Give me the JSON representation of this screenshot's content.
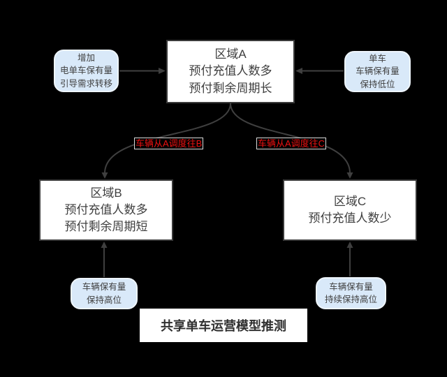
{
  "colors": {
    "background": "#000000",
    "node_fill": "#ffffff",
    "node_border": "#3a3a3a",
    "callout_fill": "#d9e9f9",
    "callout_border": "#eef5fc",
    "text": "#3f3f3f",
    "arrow": "#3f3f3f",
    "edge_label": "#ee1111"
  },
  "title_box": {
    "label": "共享单车运营模型推测"
  },
  "nodes": {
    "region_a": {
      "lines": [
        "区域A",
        "预付充值人数多",
        "预付剩余周期长"
      ]
    },
    "region_b": {
      "lines": [
        "区域B",
        "预付充值人数多",
        "预付剩余周期短"
      ]
    },
    "region_c": {
      "lines": [
        "区域C",
        "预付充值人数少"
      ]
    },
    "callout_top_left": {
      "lines": [
        "增加",
        "电单车保有量",
        "引导需求转移"
      ]
    },
    "callout_top_right": {
      "lines": [
        "单车",
        "车辆保有量",
        "保持低位"
      ]
    },
    "callout_bottom_left": {
      "lines": [
        "车辆保有量",
        "保持高位"
      ]
    },
    "callout_bottom_right": {
      "lines": [
        "车辆保有量",
        "持续保持高位"
      ]
    }
  },
  "edges": {
    "a_to_b_label": "车辆从A调度往B",
    "a_to_c_label": "车辆从A调度往C"
  }
}
